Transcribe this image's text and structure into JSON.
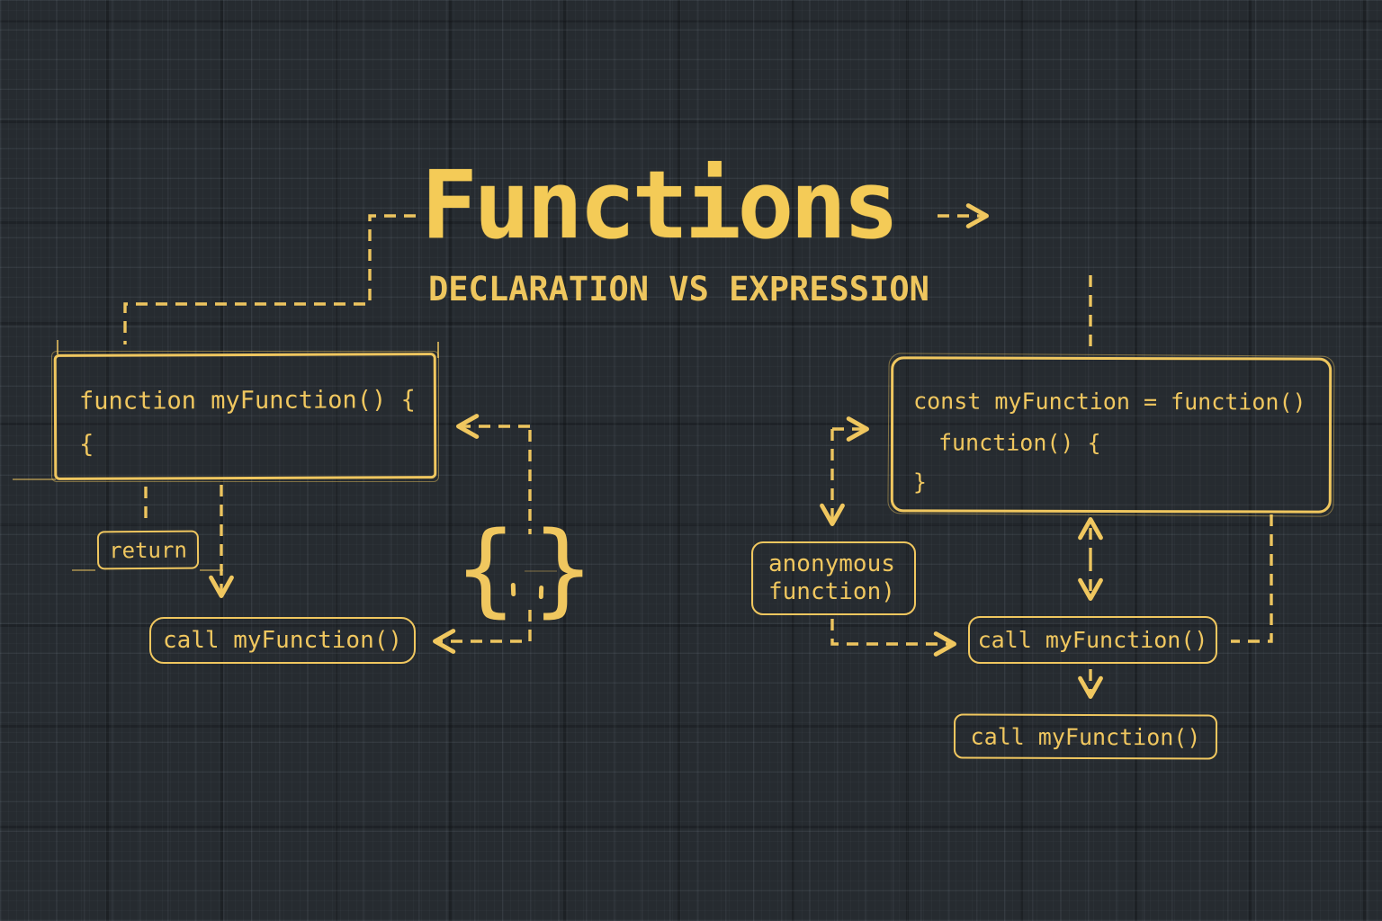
{
  "colors": {
    "background": "#262b30",
    "grid_line": "#3a424b",
    "accent": "#f0c75f",
    "title": "#f4cb57"
  },
  "title": {
    "text": "Functions",
    "subtitle": "DECLARATION VS EXPRESSION"
  },
  "left_panel": {
    "code_line_1": "function myFunction() {",
    "code_line_2": "{",
    "return_label": "return",
    "call_label": "call myFunction()",
    "brace_open": "{",
    "brace_close": "}"
  },
  "right_panel": {
    "code_line_1": "const myFunction = function()",
    "code_line_2": "function() {",
    "code_line_3": "}",
    "anonymous_line_1": "anonymous",
    "anonymous_line_2": "function)",
    "call_label_top": "call myFunction()",
    "call_label_bottom": "call myFunction()"
  }
}
